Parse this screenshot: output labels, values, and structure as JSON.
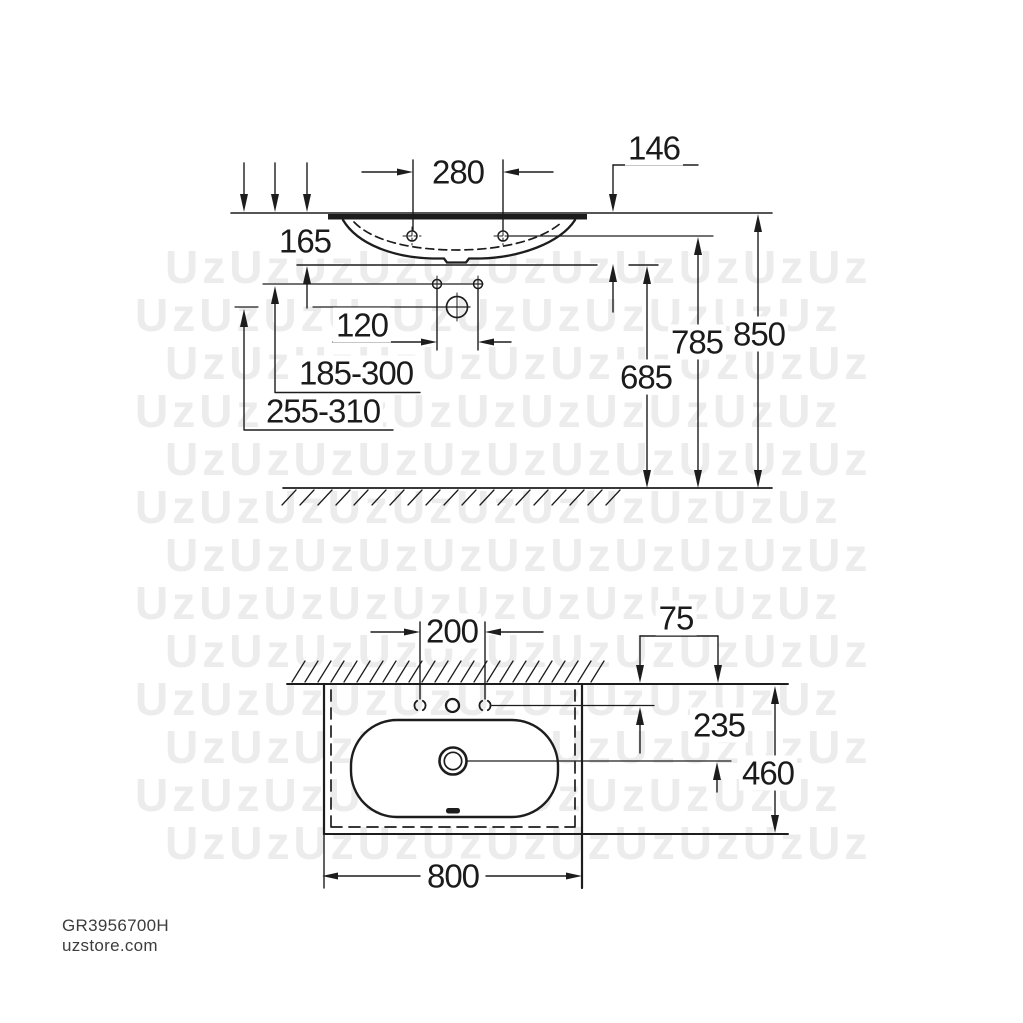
{
  "watermark": {
    "glyph": "Uz",
    "row": "UzUzUzUzUzUzUzUzUzUzUz"
  },
  "side_view": {
    "tap_hole_spacing": "280",
    "wall_offset": "146",
    "basin_depth": "165",
    "drain_to_hole": "120",
    "range_upper": "185-300",
    "range_lower": "255-310",
    "height_basin_bottom": "685",
    "height_tap_holes": "785",
    "height_rim": "850"
  },
  "plan_view": {
    "tap_hole_spacing": "200",
    "wall_to_tap_holes": "75",
    "wall_to_drain": "235",
    "basin_depth": "460",
    "basin_width": "800"
  },
  "footer": {
    "product_code": "GR3956700H",
    "website": "uzstore.com"
  },
  "colors": {
    "line": "#1d1d1d",
    "watermark": "#ececec",
    "background": "#ffffff"
  }
}
